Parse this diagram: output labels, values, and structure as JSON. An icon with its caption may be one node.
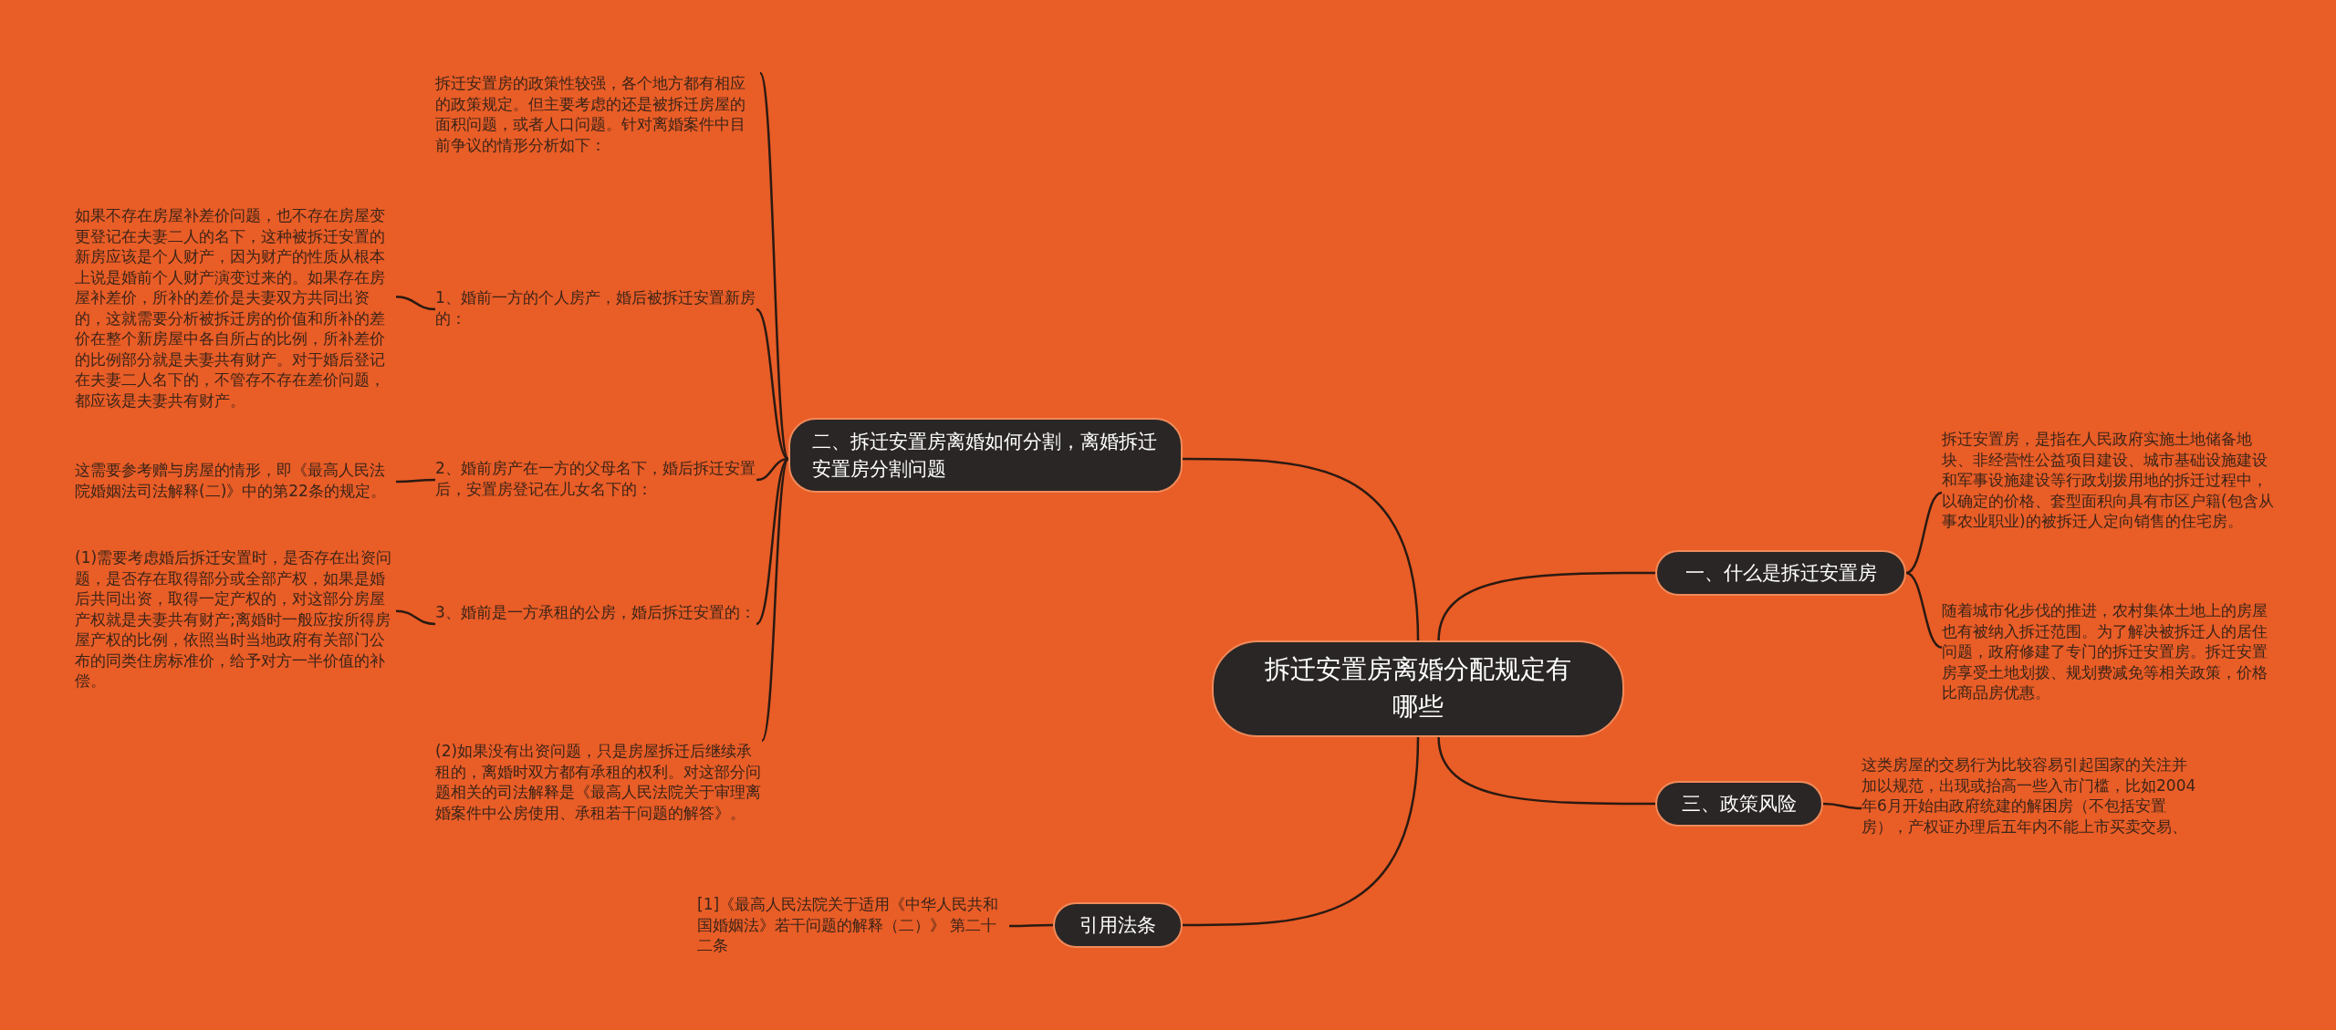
{
  "diagram": {
    "nodes": [
      {
        "text": [
          "拆迁安置房离婚分配规定有哪些"
        ]
      },
      {
        "text": [
          "一、什么是拆迁安置房"
        ]
      },
      {
        "text": [
          "拆迁安置房，是指在人民政府实施土地储备地块、非经营性公益项目建设、城市基础设施建设和军事设施建设等行政划拨用地的拆迁过程中，以确定的价格、套型面积向具有市区户籍(包含从事农业职业)的被拆迁人定向销售的住宅房。"
        ]
      },
      {
        "text": [
          "随着城市化步伐的推进，农村集体土地上的房屋也有被纳入拆迁范围。为了解决被拆迁人的居住问题，政府修建了专门的拆迁安置房。拆迁安置房享受土地划拨、规划费减免等相关政策，价格比商品房优惠。"
        ]
      },
      {
        "text": [
          "三、政策风险"
        ]
      },
      {
        "text": [
          "这类房屋的交易行为比较容易引起国家的关注并加以规范，出现或抬高一些入市门槛，比如2004年6月开始由政府统建的解困房（不包括安置房），产权证办理后五年内不能上市买卖交易、"
        ]
      },
      {
        "text": [
          "二、拆迁安置房离婚如何分割，离婚拆迁安置房分割问题"
        ]
      },
      {
        "text": [
          "拆迁安置房的政策性较强，各个地方都有相应的政策规定。但主要考虑的还是被拆迁房屋的面积问题，或者人口问题。针对离婚案件中目前争议的情形分析如下："
        ]
      },
      {
        "text": [
          "1、婚前一方的个人房产，婚后被拆迁安置新房的："
        ]
      },
      {
        "text": [
          "如果不存在房屋补差价问题，也不存在房屋变更登记在夫妻二人的名下，这种被拆迁安置的新房应该是个人财产，因为财产的性质从根本上说是婚前个人财产演变过来的。如果存在房屋补差价，所补的差价是夫妻双方共同出资的，这就需要分析被拆迁房的价值和所补的差价在整个新房屋中各自所占的比例，所补差价的比例部分就是夫妻共有财产。对于婚后登记在夫妻二人名下的，不管存不存在差价问题，都应该是夫妻共有财产。"
        ]
      },
      {
        "text": [
          "2、婚前房产在一方的父母名下，婚后拆迁安置后，安置房登记在儿女名下的："
        ]
      },
      {
        "text": [
          "这需要参考赠与房屋的情形，即《最高人民法院婚姻法司法解释(二)》中的第22条的规定。"
        ]
      },
      {
        "text": [
          "3、婚前是一方承租的公房，婚后拆迁安置的："
        ]
      },
      {
        "text": [
          "(1)需要考虑婚后拆迁安置时，是否存在出资问题，是否存在取得部分或全部产权，如果是婚后共同出资，取得一定产权的，对这部分房屋产权就是夫妻共有财产;离婚时一般应按所得房屋产权的比例，依照当时当地政府有关部门公布的同类住房标准价，给予对方一半价值的补偿。"
        ]
      },
      {
        "text": [
          "(2)如果没有出资问题，只是房屋拆迁后继续承租的，离婚时双方都有承租的权利。对这部分问题相关的司法解释是《最高人民法院关于审理离婚案件中公房使用、承租若干问题的解答》。"
        ]
      },
      {
        "text": [
          "引用法条"
        ]
      },
      {
        "text": [
          "[1]《最高人民法院关于适用《中华人民共和国婚姻法》若干问题的解释（二）》 第二十二条"
        ]
      }
    ],
    "edges": [
      {
        "from": 0,
        "to": 1,
        "arrow": "none"
      },
      {
        "from": 1,
        "to": 2,
        "arrow": "none"
      },
      {
        "from": 1,
        "to": 3,
        "arrow": "none"
      },
      {
        "from": 0,
        "to": 4,
        "arrow": "none"
      },
      {
        "from": 4,
        "to": 5,
        "arrow": "none"
      },
      {
        "from": 0,
        "to": 6,
        "arrow": "none"
      },
      {
        "from": 6,
        "to": 7,
        "arrow": "none"
      },
      {
        "from": 6,
        "to": 8,
        "arrow": "none"
      },
      {
        "from": 8,
        "to": 9,
        "arrow": "none"
      },
      {
        "from": 6,
        "to": 10,
        "arrow": "none"
      },
      {
        "from": 10,
        "to": 11,
        "arrow": "none"
      },
      {
        "from": 6,
        "to": 12,
        "arrow": "none"
      },
      {
        "from": 12,
        "to": 13,
        "arrow": "none"
      },
      {
        "from": 6,
        "to": 14,
        "arrow": "none"
      },
      {
        "from": 0,
        "to": 15,
        "arrow": "none"
      },
      {
        "from": 15,
        "to": 16,
        "arrow": "none"
      }
    ]
  }
}
